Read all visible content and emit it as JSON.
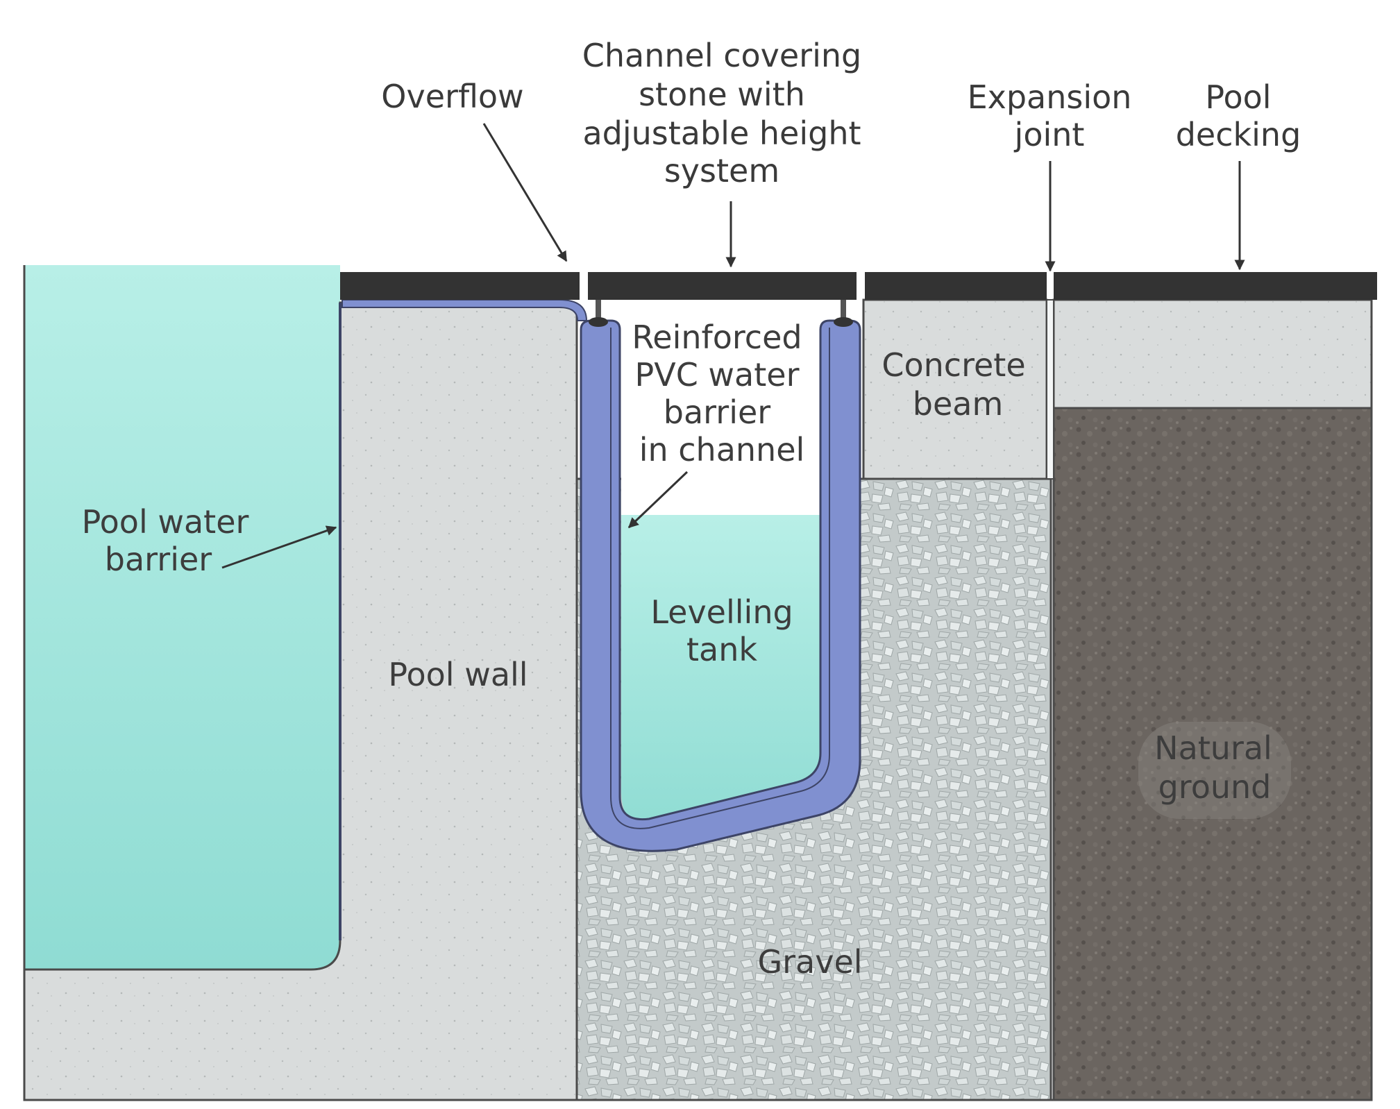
{
  "labels": {
    "overflow": "Overflow",
    "channel_cover": [
      "Channel covering",
      "stone with",
      "adjustable height",
      "system"
    ],
    "expansion_joint": [
      "Expansion",
      "joint"
    ],
    "pool_decking": [
      "Pool",
      "decking"
    ],
    "reinforced_pvc": [
      "Reinforced",
      "PVC water",
      "barrier",
      "in channel"
    ],
    "concrete_beam": [
      "Concrete",
      "beam"
    ],
    "pool_water_barrier": [
      "Pool water",
      "barrier"
    ],
    "levelling_tank": [
      "Levelling",
      "tank"
    ],
    "pool_wall": "Pool wall",
    "natural_ground": [
      "Natural",
      "ground"
    ],
    "gravel": "Gravel"
  },
  "colors": {
    "water": "#a9e8e0",
    "concrete": "#d9dcdc",
    "gravel": "#c9d0d0",
    "soil": "#6b6560",
    "pvc": "#8090d0",
    "stone": "#333333",
    "outline": "#4a4a4a"
  }
}
